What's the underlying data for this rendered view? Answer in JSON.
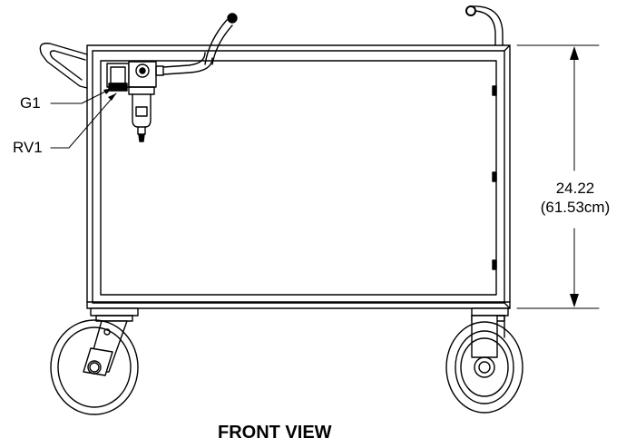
{
  "title": "FRONT VIEW",
  "callouts": {
    "gauge": "G1",
    "regulator_valve": "RV1"
  },
  "dimension": {
    "imperial": "24.22",
    "metric": "(61.53cm)"
  }
}
